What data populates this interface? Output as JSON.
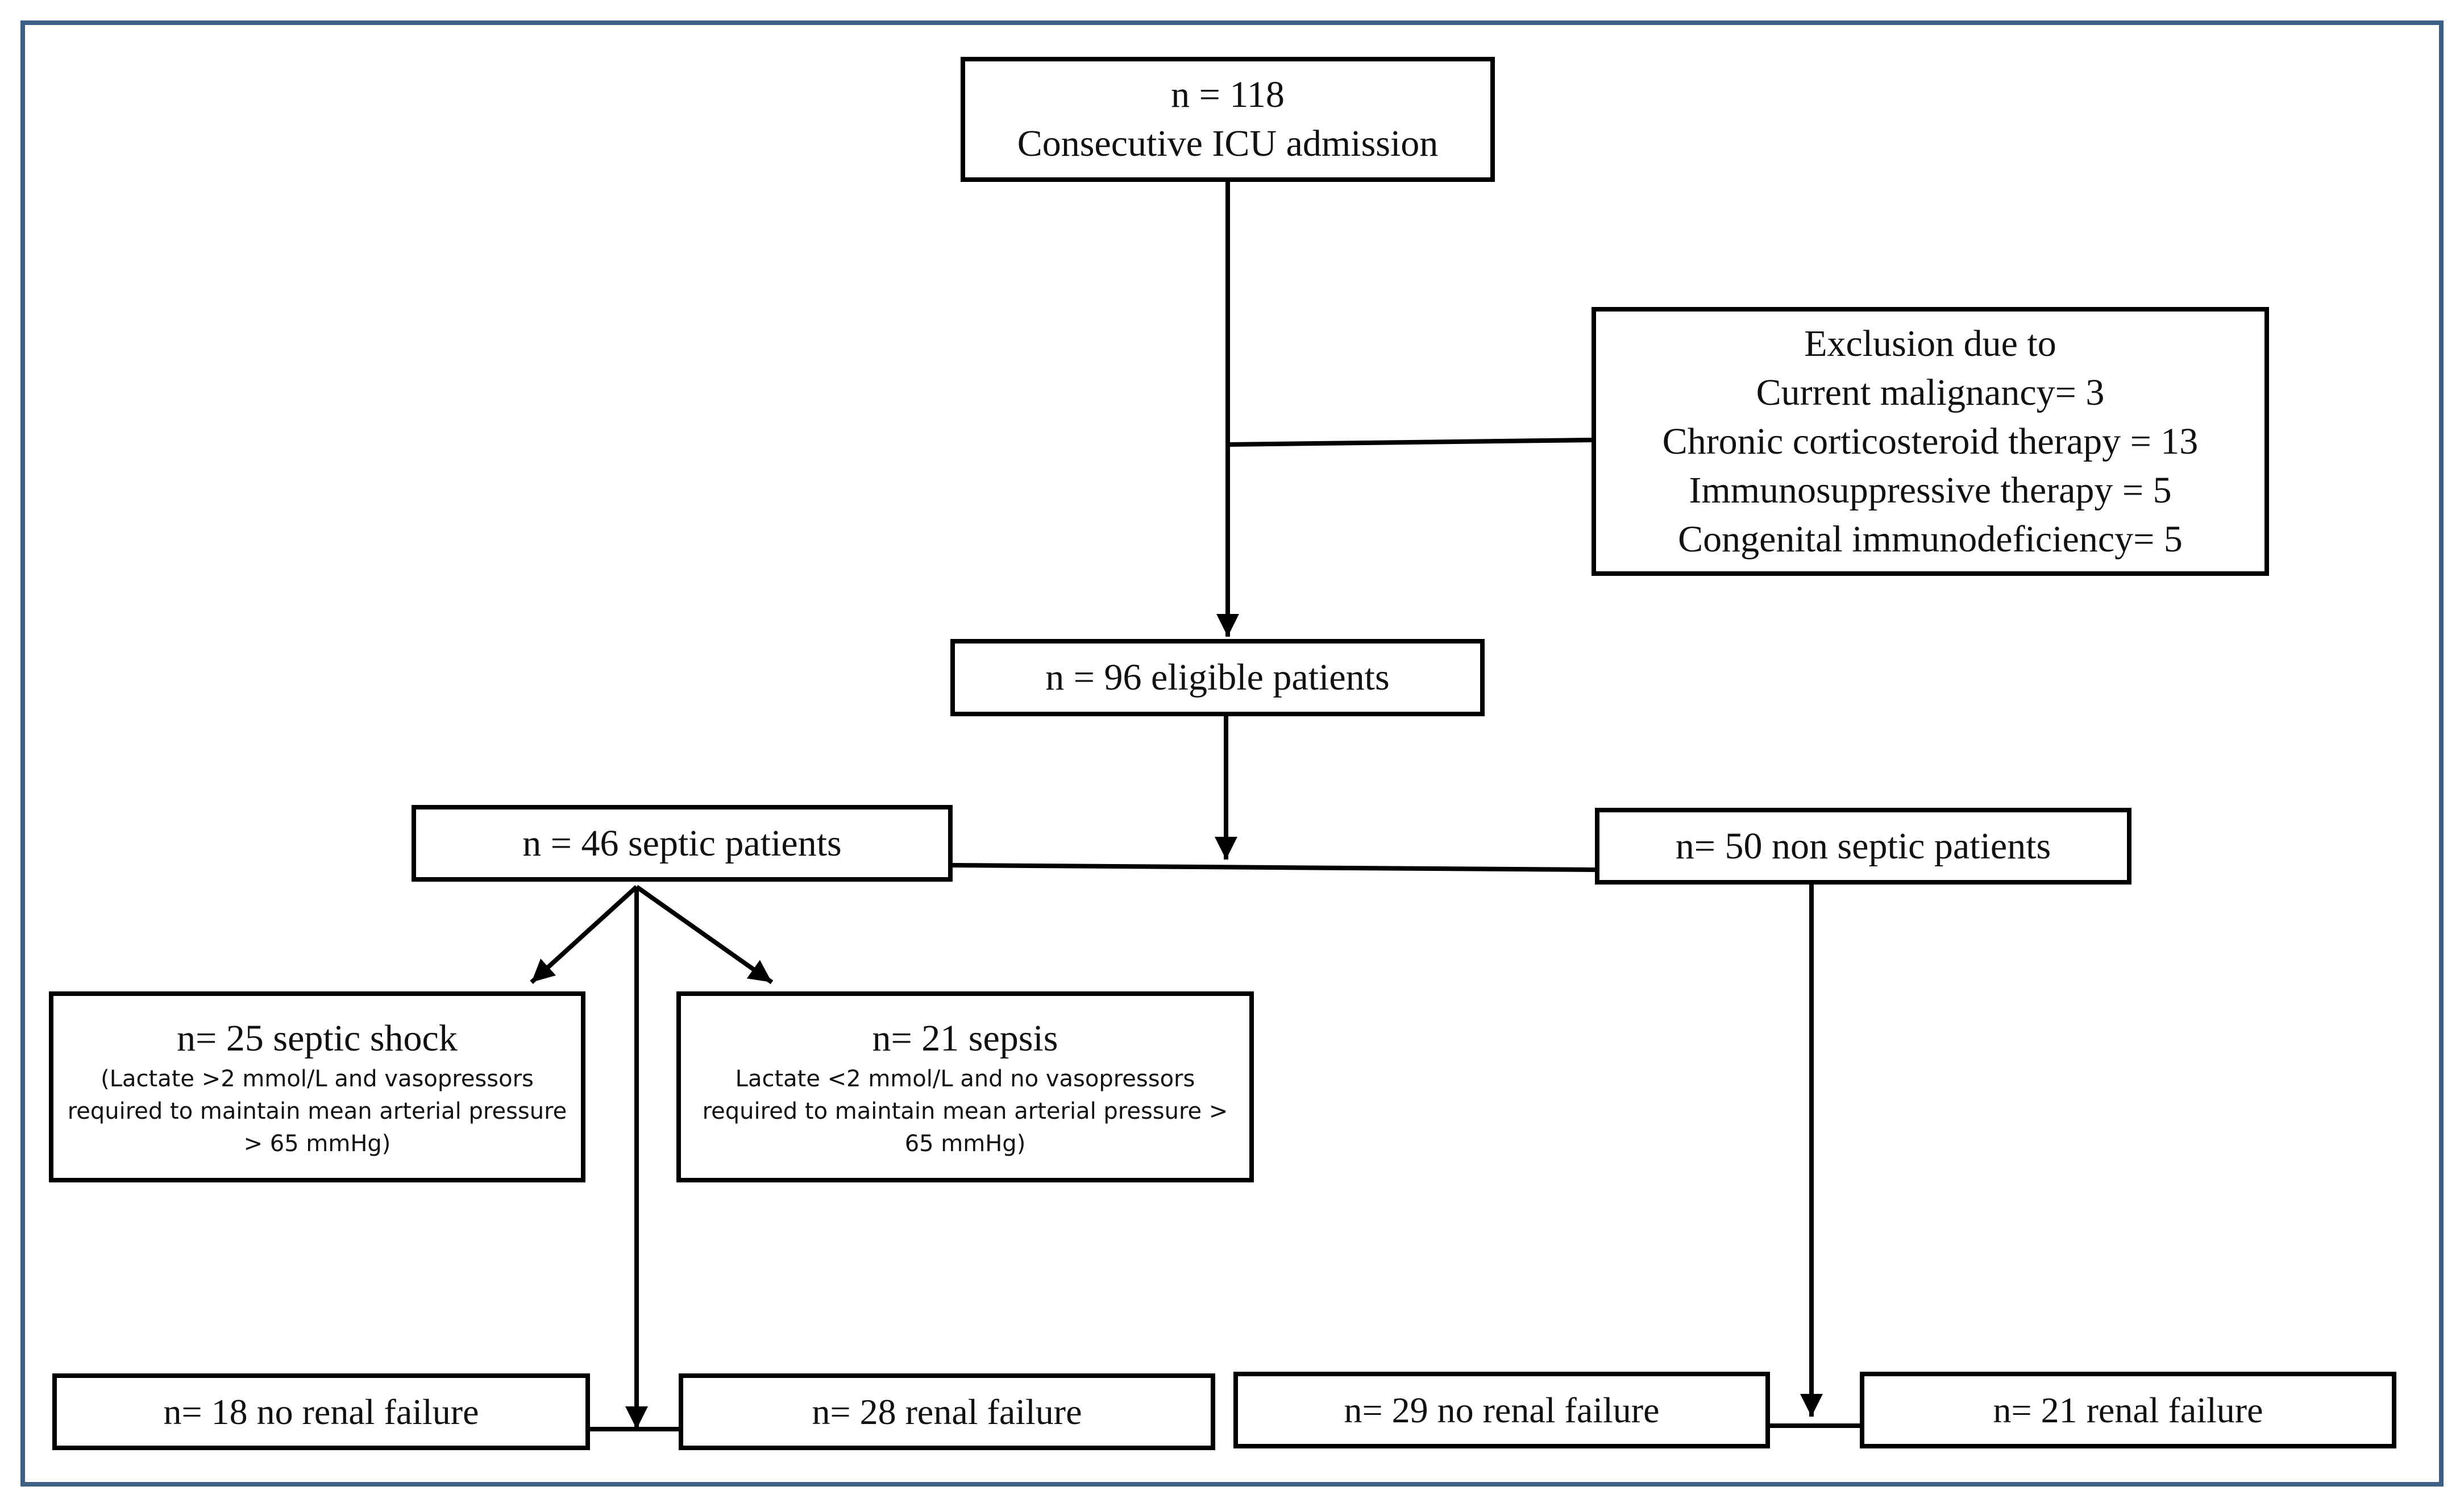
{
  "flowchart": {
    "start": {
      "count": "n = 118",
      "label": "Consecutive ICU admission"
    },
    "exclusion": {
      "title": "Exclusion due to",
      "items": [
        "Current malignancy= 3",
        "Chronic corticosteroid therapy = 13",
        "Immunosuppressive therapy = 5",
        "Congenital immunodeficiency= 5"
      ]
    },
    "eligible": "n = 96 eligible patients",
    "septic": "n = 46 septic patients",
    "non_septic": "n= 50 non septic patients",
    "septic_shock": {
      "title": "n= 25 septic shock",
      "note": [
        "(Lactate >2 mmol/L and vasopressors",
        "required to maintain mean arterial pressure",
        "> 65 mmHg)"
      ]
    },
    "sepsis": {
      "title": "n= 21 sepsis",
      "note": [
        "Lactate <2 mmol/L and no vasopressors",
        "required to maintain mean arterial pressure >",
        "65 mmHg)"
      ]
    },
    "septic_no_renal_failure": "n= 18 no renal failure",
    "septic_renal_failure": "n= 28 renal failure",
    "non_septic_no_renal_failure": "n= 29 no renal failure",
    "non_septic_renal_failure": "n= 21 renal failure"
  },
  "colors": {
    "frame_border": "#3d5f86",
    "box_border": "#000000",
    "text": "#111111"
  }
}
